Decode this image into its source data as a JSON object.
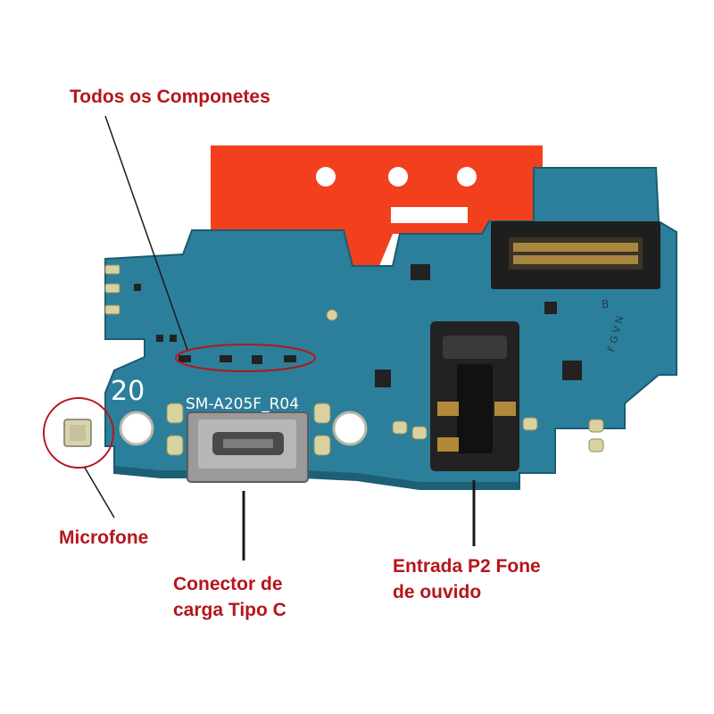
{
  "callouts": {
    "components": {
      "text": "Todos os Componetes"
    },
    "microphone": {
      "text": "Microfone"
    },
    "usb_connector": {
      "line1": "Conector de",
      "line2": "carga Tipo C"
    },
    "headphone_jack": {
      "line1": "Entrada P2 Fone",
      "line2": "de ouvido"
    }
  },
  "board_silkscreen": {
    "model": "SM-A205F_R04",
    "number": "20",
    "letter_b": "B",
    "letters_fgvn": "F G V N"
  },
  "colors": {
    "callout_red": "#b5161b",
    "pcb_teal": "#2c7f9a",
    "stiffener_orange": "#f2401e",
    "connector_black": "#1e1e1e"
  }
}
